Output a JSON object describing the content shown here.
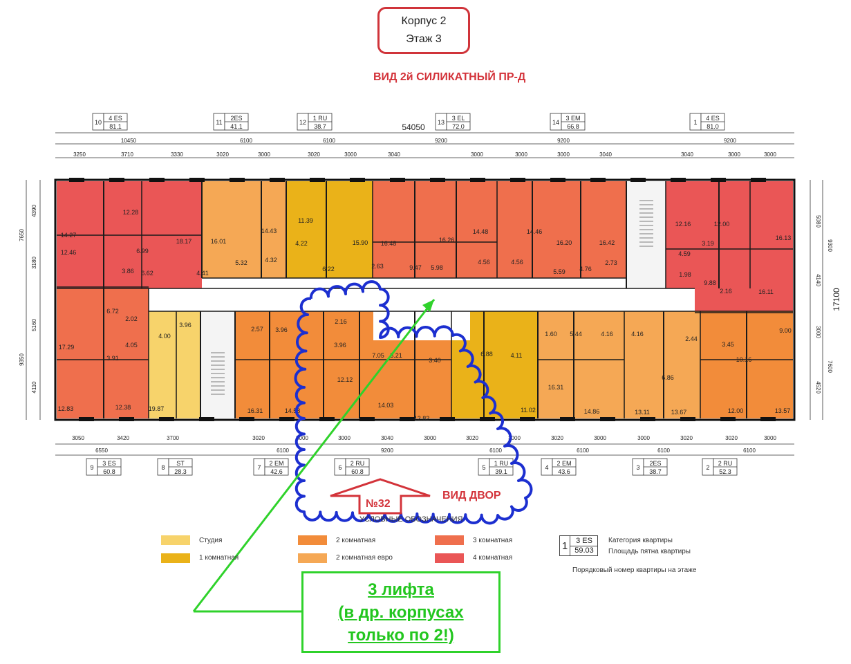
{
  "header": {
    "building": "Корпус 2",
    "floor": "Этаж 3",
    "view_top": "ВИД 2й СИЛИКАТНЫЙ ПР-Д",
    "view_yard": "ВИД ДВОР",
    "marker": "№32"
  },
  "dimensions": {
    "total_length": "54050",
    "total_depth": "17100",
    "top_major": [
      "10450",
      "6100",
      "6100",
      "9200",
      "9200",
      "9200"
    ],
    "top_minor": [
      "3250",
      "3710",
      "3330",
      "3020",
      "3000",
      "3020",
      "3000",
      "3040",
      "3000",
      "3000",
      "3000",
      "3040",
      "3040",
      "3000",
      "3000"
    ],
    "bottom_minor": [
      "3050",
      "3420",
      "3700",
      "3020",
      "3000",
      "3000",
      "3040",
      "3000",
      "3020",
      "3000",
      "3020",
      "3000",
      "3000",
      "3020",
      "3020",
      "3000"
    ],
    "bottom_major": [
      "6550",
      "6100",
      "9200",
      "6100",
      "6100",
      "6100",
      "6100"
    ],
    "left": [
      "4390",
      "3180",
      "5160",
      "4110"
    ],
    "left_major": [
      "7650",
      "9350"
    ],
    "right": [
      "5080",
      "4140",
      "3000",
      "4520"
    ],
    "right_major": [
      "9300",
      "7600"
    ]
  },
  "apartments_top": [
    {
      "num": "10",
      "cat": "4 ES",
      "area": "81.1"
    },
    {
      "num": "11",
      "cat": "2ES",
      "area": "41.1"
    },
    {
      "num": "12",
      "cat": "1 RU",
      "area": "38.7"
    },
    {
      "num": "13",
      "cat": "3 EL",
      "area": "72.0"
    },
    {
      "num": "14",
      "cat": "3 EM",
      "area": "66.8"
    },
    {
      "num": "1",
      "cat": "4 ES",
      "area": "81.0"
    }
  ],
  "apartments_bottom": [
    {
      "num": "9",
      "cat": "3 ES",
      "area": "60.8"
    },
    {
      "num": "8",
      "cat": "ST",
      "area": "28.3"
    },
    {
      "num": "7",
      "cat": "2 EM",
      "area": "42.6"
    },
    {
      "num": "6",
      "cat": "2 RU",
      "area": "60.8"
    },
    {
      "num": "5",
      "cat": "1 RU",
      "area": "39.1"
    },
    {
      "num": "4",
      "cat": "2 EM",
      "area": "43.6"
    },
    {
      "num": "3",
      "cat": "2ES",
      "area": "38.7"
    },
    {
      "num": "2",
      "cat": "2 RU",
      "area": "52.3"
    }
  ],
  "room_areas": [
    "12.28",
    "14.27",
    "18.17",
    "12.46",
    "6.99",
    "3.86",
    "6.62",
    "4.41",
    "16.01",
    "5.32",
    "14.43",
    "4.32",
    "11.39",
    "4.22",
    "6.22",
    "15.90",
    "2.63",
    "16.48",
    "16.26",
    "9.47",
    "5.98",
    "14.48",
    "14.46",
    "4.56",
    "4.56",
    "16.20",
    "16.42",
    "5.59",
    "4.76",
    "2.73",
    "12.16",
    "12.00",
    "16.13",
    "4.59",
    "3.19",
    "1.98",
    "9.88",
    "2.16",
    "16.11",
    "6.72",
    "2.02",
    "4.05",
    "17.29",
    "3.91",
    "12.83",
    "12.38",
    "4.00",
    "3.96",
    "19.87",
    "2.57",
    "3.96",
    "16.31",
    "14.58",
    "2.16",
    "3.96",
    "12.12",
    "7.05",
    "3.21",
    "3.40",
    "14.03",
    "12.82",
    "6.88",
    "4.11",
    "11.02",
    "1.60",
    "5.44",
    "4.16",
    "4.16",
    "16.31",
    "14.86",
    "6.86",
    "13.11",
    "13.67",
    "2.44",
    "3.45",
    "9.00",
    "10.16",
    "12.00",
    "13.57"
  ],
  "legend": {
    "title": "УСЛОВНЫЕ ОБОЗНАЧЕНИЯ",
    "items": [
      {
        "label": "Студия",
        "color": "#f7d36b"
      },
      {
        "label": "1  комнатная",
        "color": "#eab219"
      },
      {
        "label": "2 комнатная",
        "color": "#f28c3a"
      },
      {
        "label": "2 комнатная евро",
        "color": "#f5a855"
      },
      {
        "label": "3 комнатная",
        "color": "#ef6f4d"
      },
      {
        "label": "4 комнатная",
        "color": "#ea5656"
      }
    ]
  },
  "key": {
    "num": "1",
    "cat": "3 ES",
    "area": "59.03",
    "cat_label": "Категория квартиры",
    "area_label": "Площадь пятна квартиры",
    "order_label": "Порядковый номер квартиры   на этаже"
  },
  "note": {
    "line1": "3 лифта",
    "line2": "(в др. корпусах",
    "line3": "только по 2!)"
  },
  "colors": {
    "red_accent": "#d3333a",
    "green_accent": "#2fd22b",
    "cloud_blue": "#1c2fd0"
  }
}
